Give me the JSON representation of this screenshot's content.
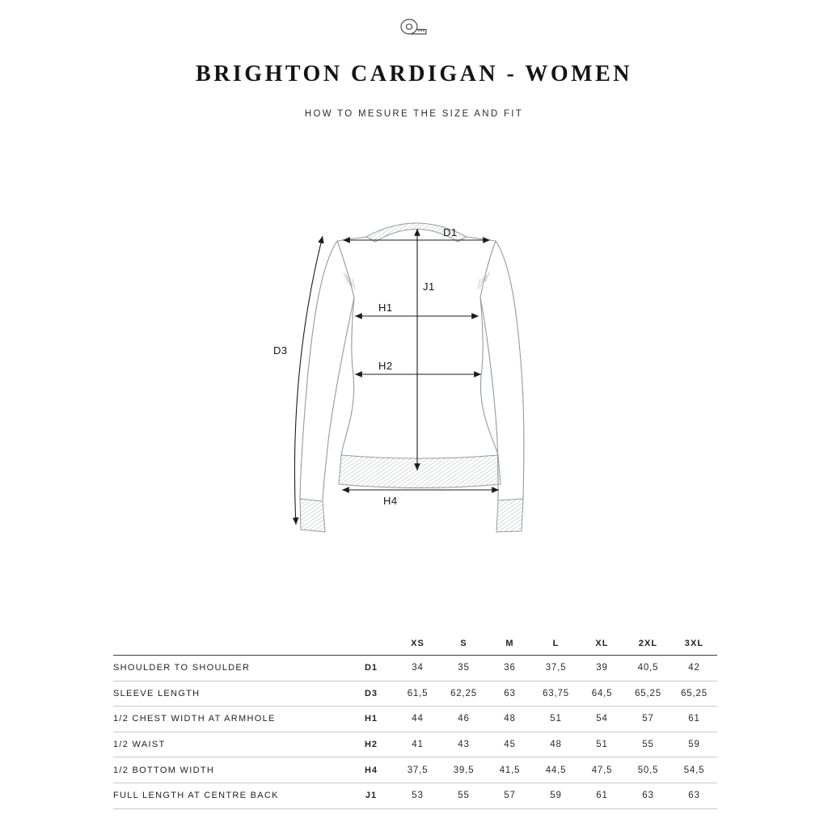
{
  "header": {
    "title": "BRIGHTON CARDIGAN - WOMEN",
    "subtitle": "HOW TO MESURE THE SIZE AND FIT"
  },
  "diagram": {
    "measure_labels": {
      "d1": "D1",
      "j1": "J1",
      "h1": "H1",
      "h2": "H2",
      "d3": "D3",
      "h4": "H4"
    },
    "line_color": "#1c1c1c",
    "garment_color": "#949a9a"
  },
  "chart_data": {
    "type": "table",
    "title": "BRIGHTON CARDIGAN - WOMEN",
    "columns": [
      "XS",
      "S",
      "M",
      "L",
      "XL",
      "2XL",
      "3XL"
    ],
    "rows": [
      {
        "label": "SHOULDER TO SHOULDER",
        "code": "D1",
        "values": [
          "34",
          "35",
          "36",
          "37,5",
          "39",
          "40,5",
          "42"
        ]
      },
      {
        "label": "SLEEVE LENGTH",
        "code": "D3",
        "values": [
          "61,5",
          "62,25",
          "63",
          "63,75",
          "64,5",
          "65,25",
          "65,25"
        ]
      },
      {
        "label": "1/2 CHEST WIDTH AT ARMHOLE",
        "code": "H1",
        "values": [
          "44",
          "46",
          "48",
          "51",
          "54",
          "57",
          "61"
        ]
      },
      {
        "label": "1/2 WAIST",
        "code": "H2",
        "values": [
          "41",
          "43",
          "45",
          "48",
          "51",
          "55",
          "59"
        ]
      },
      {
        "label": "1/2 BOTTOM WIDTH",
        "code": "H4",
        "values": [
          "37,5",
          "39,5",
          "41,5",
          "44,5",
          "47,5",
          "50,5",
          "54,5"
        ]
      },
      {
        "label": "FULL LENGTH AT CENTRE BACK",
        "code": "J1",
        "values": [
          "53",
          "55",
          "57",
          "59",
          "61",
          "63",
          "63"
        ]
      }
    ]
  }
}
